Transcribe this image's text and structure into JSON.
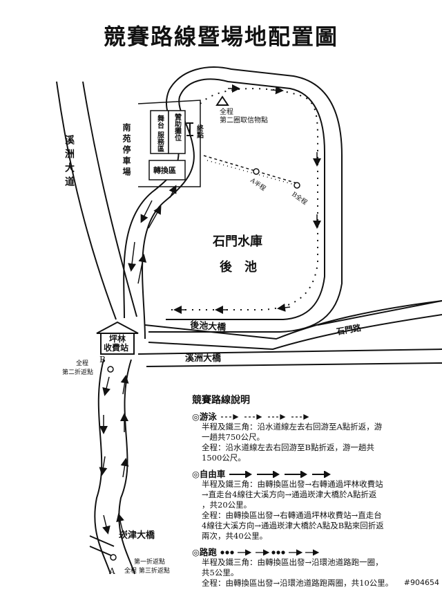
{
  "title": "競賽路線暨場地配置圖",
  "labels": {
    "xizhou_road": "溪洲大道",
    "nanyuan_parking": "南苑停車場",
    "stage": "舞台",
    "service": "服務區",
    "sponsor": "贊助攤位",
    "finish": "終點",
    "transition": "轉換區",
    "second_signal_1": "全程",
    "second_signal_2": "第二圈取信物點",
    "point_a_label": "A半程",
    "point_b_label": "B全程",
    "reservoir_1": "石門水庫",
    "reservoir_2": "後　池",
    "houchi_bridge": "後池大橋",
    "shimen_road": "石門路",
    "pinglin_1": "坪林",
    "pinglin_2": "收費站",
    "xizhou_bridge": "溪洲大橋",
    "b_mark": "B",
    "second_turn_1": "全程",
    "second_turn_2": "第二折返點",
    "kanjin_bridge": "崁津大橋",
    "a_mark": "A",
    "first_turn_1": "第一折返點",
    "first_turn_2": "全程 第三折返點"
  },
  "legend": {
    "heading": "競賽路線說明",
    "swim": {
      "title": "◎游泳",
      "lines": [
        "半程及鐵三角：沿水道線左去右回游至A點折返，游",
        "一趟共750公尺。",
        "全程：沿水道線左去右回游至B點折返，游一趟共",
        "1500公尺。"
      ]
    },
    "bike": {
      "title": "◎自由車",
      "lines": [
        "半程及鐵三角：由轉換區出發→右轉通過坪林收費站",
        "→直走台4線往大溪方向→通過崁津大橋於A點折返",
        "，共20公里。",
        "全程：由轉換區出發→右轉通過坪林收費站→直走台",
        "4線往大溪方向→通過崁津大橋於A點及B點來回折返",
        "兩次，共40公里。"
      ]
    },
    "run": {
      "title": "◎路跑",
      "lines": [
        "半程及鐵三角：由轉換區出發→沿環池道路跑一圈，",
        "共5公里。",
        "全程：由轉換區出發→沿環池道路跑兩圈，共10公里。"
      ]
    }
  },
  "watermark": "#904654"
}
